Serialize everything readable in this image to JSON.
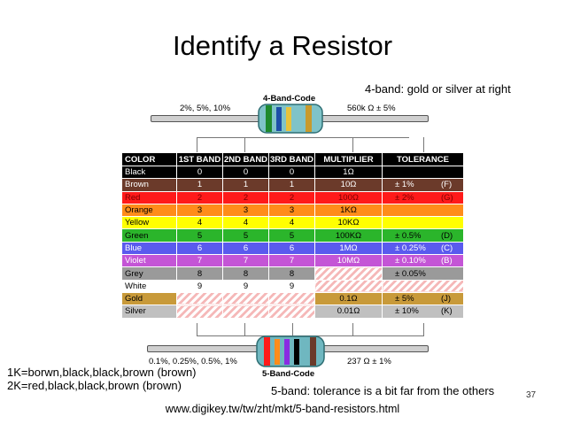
{
  "title": "Identify a Resistor",
  "note_4band": "4-band: gold or silver at right",
  "top_resistor": {
    "code_label": "4-Band-Code",
    "left_label": "2%, 5%, 10%",
    "right_label": "560k Ω  ± 5%",
    "bands": [
      "#1e8a2c",
      "#1d4fa8",
      "#e8c23c",
      "#c89a2c"
    ]
  },
  "table": {
    "headers": {
      "color": "COLOR",
      "band1": "1ST BAND",
      "band2": "2ND BAND",
      "band3": "3RD BAND",
      "multiplier": "MULTIPLIER",
      "tolerance": "TOLERANCE"
    },
    "rows": [
      {
        "name": "Black",
        "b1": "0",
        "b2": "0",
        "b3": "0",
        "mult": "1Ω",
        "tol": "",
        "code": "",
        "bg": "#000000",
        "fg": "#ffffff"
      },
      {
        "name": "Brown",
        "b1": "1",
        "b2": "1",
        "b3": "1",
        "mult": "10Ω",
        "tol": "± 1%",
        "code": "(F)",
        "bg": "#6b3a2a",
        "fg": "#ffffff"
      },
      {
        "name": "Red",
        "b1": "2",
        "b2": "2",
        "b3": "2",
        "mult": "100Ω",
        "tol": "± 2%",
        "code": "(G)",
        "bg": "#ff1a1a",
        "fg": "#7a0000"
      },
      {
        "name": "Orange",
        "b1": "3",
        "b2": "3",
        "b3": "3",
        "mult": "1KΩ",
        "tol": "",
        "code": "",
        "bg": "#ff8c1a",
        "fg": "#000000"
      },
      {
        "name": "Yellow",
        "b1": "4",
        "b2": "4",
        "b3": "4",
        "mult": "10KΩ",
        "tol": "",
        "code": "",
        "bg": "#ffff00",
        "fg": "#000000"
      },
      {
        "name": "Green",
        "b1": "5",
        "b2": "5",
        "b3": "5",
        "mult": "100KΩ",
        "tol": "± 0.5%",
        "code": "(D)",
        "bg": "#2bb52b",
        "fg": "#000000"
      },
      {
        "name": "Blue",
        "b1": "6",
        "b2": "6",
        "b3": "6",
        "mult": "1MΩ",
        "tol": "± 0.25%",
        "code": "(C)",
        "bg": "#5a5aee",
        "fg": "#ffffff"
      },
      {
        "name": "Violet",
        "b1": "7",
        "b2": "7",
        "b3": "7",
        "mult": "10MΩ",
        "tol": "± 0.10%",
        "code": "(B)",
        "bg": "#c455d6",
        "fg": "#ffffff"
      },
      {
        "name": "Grey",
        "b1": "8",
        "b2": "8",
        "b3": "8",
        "mult": "",
        "tol": "± 0.05%",
        "code": "",
        "bg": "#9a9a9a",
        "fg": "#000000"
      },
      {
        "name": "White",
        "b1": "9",
        "b2": "9",
        "b3": "9",
        "mult": "",
        "tol": "",
        "code": "",
        "bg": "#ffffff",
        "fg": "#000000"
      },
      {
        "name": "Gold",
        "b1": "",
        "b2": "",
        "b3": "",
        "mult": "0.1Ω",
        "tol": "± 5%",
        "code": "(J)",
        "bg": "#c89a3a",
        "fg": "#000000"
      },
      {
        "name": "Silver",
        "b1": "",
        "b2": "",
        "b3": "",
        "mult": "0.01Ω",
        "tol": "± 10%",
        "code": "(K)",
        "bg": "#c0c0c0",
        "fg": "#000000"
      }
    ]
  },
  "bottom_resistor": {
    "code_label": "5-Band-Code",
    "left_label": "0.1%, 0.25%, 0.5%, 1%",
    "right_label": "237 Ω  ± 1%",
    "bands": [
      "#ff1a1a",
      "#ff8c1a",
      "#8a2be2",
      "#000000",
      "#6b3a2a"
    ]
  },
  "example_line1": "1K=borwn,black,black,brown (brown)",
  "example_line2": "2K=red,black,black,brown (brown)",
  "note_5band": "5-band: tolerance is a bit far from the others",
  "page_number": "37",
  "url": "www.digikey.tw/tw/zht/mkt/5-band-resistors.html"
}
